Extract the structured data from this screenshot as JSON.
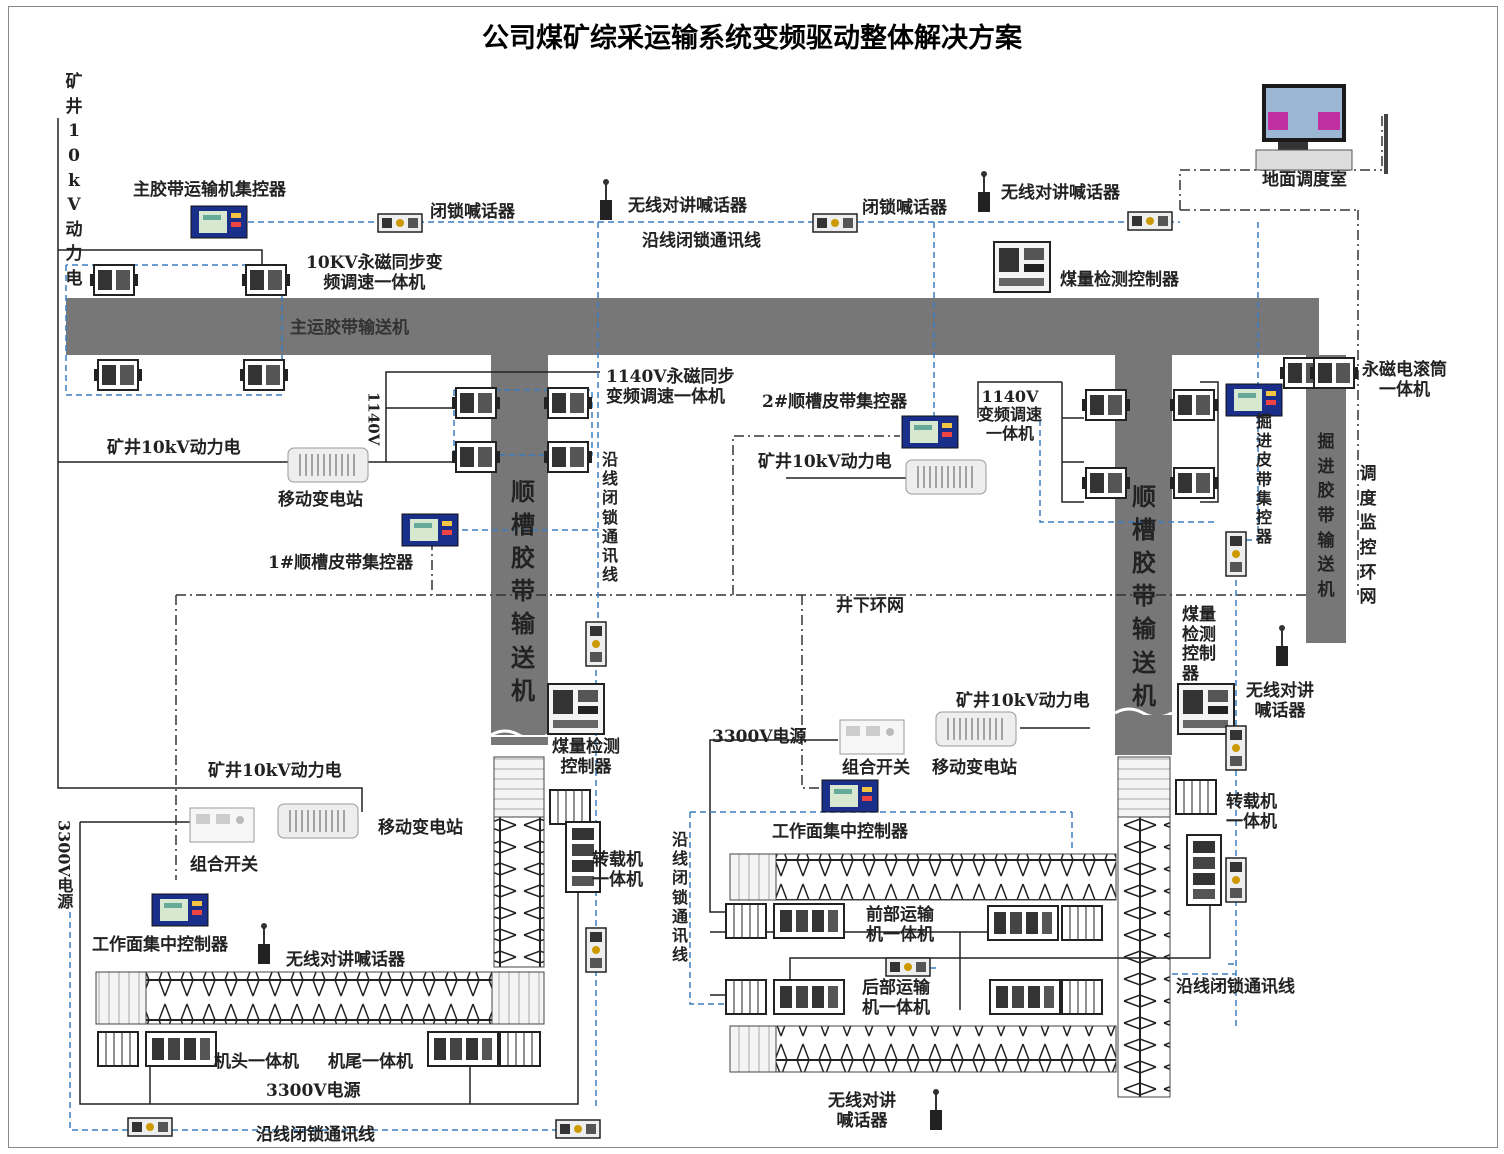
{
  "title": "公司煤矿综采运输系统变频驱动整体解决方案",
  "labels": {
    "main_power_v": "矿井10kV动力电",
    "main_controller": "主胶带运输机集控器",
    "lock_speaker_1": "闭锁喊话器",
    "radio_speaker_1": "无线对讲喊话器",
    "lock_line_top": "沿线闭锁通讯线",
    "lock_speaker_2": "闭锁喊话器",
    "radio_speaker_2": "无线对讲喊话器",
    "surface_room": "地面调度室",
    "pm_10kv": "10KV永磁同步变\n频调速一体机",
    "coal_meter_1": "煤量检测控制器",
    "main_conveyor": "主运胶带输送机",
    "v1140_rot": "1140V",
    "pm_1140": "1140V永磁同步\n变频调速一体机",
    "ctrl_2": "2#顺槽皮带集控器",
    "v1140_box": "1140V\n变频调速\n一体机",
    "pm_drum": "永磁电滚筒\n一体机",
    "power_left": "矿井10kV动力电",
    "mobile_sub_1": "移动变电站",
    "power_mid": "矿井10kV动力电",
    "ctrl_1": "1#顺槽皮带集控器",
    "lock_line_v1": "沿线闭锁通讯线",
    "ring_net": "井下环网",
    "trough_conv_left": "顺槽胶带输送机",
    "trough_conv_right": "顺槽胶带输送机",
    "tunnel_ctrl_v": "掘进皮带集控器",
    "tunnel_conv_v": "掘进胶带输送机",
    "monitor_net_v": "调度监控环网",
    "coal_meter_v": "煤量检测控制器",
    "radio_speaker_3": "无线对讲\n喊话器",
    "coal_meter_2": "煤量检测\n控制器",
    "power_10kv_b": "矿井10kV动力电",
    "v3300_src_b": "3300V电源",
    "combo_switch_b": "组合开关",
    "mobile_sub_b": "移动变电站",
    "transfer_right": "转载机\n一体机",
    "power_10kv_c": "矿井10kV动力电",
    "v3300_left_rot": "3300V电源",
    "mobile_sub_c": "移动变电站",
    "combo_switch_c": "组合开关",
    "transfer_left": "转载机\n一体机",
    "face_ctrl_right": "工作面集中控制器",
    "lock_line_v2": "沿线闭锁通讯线",
    "front_conv": "前部运输\n机一体机",
    "rear_conv": "后部运输\n机一体机",
    "lock_line_right": "沿线闭锁通讯线",
    "face_ctrl_left": "工作面集中控制器",
    "radio_speaker_4": "无线对讲喊话器",
    "head_unit": "机头一体机",
    "tail_unit": "机尾一体机",
    "v3300_bottom": "3300V电源",
    "lock_line_bottom": "沿线闭锁通讯线",
    "radio_speaker_5": "无线对讲\n喊话器"
  },
  "colors": {
    "conveyor": "#777777",
    "power_line": "#222222",
    "comm_line": "#3a7fc1",
    "ring_line": "#333333",
    "controller_screen": "#1a2f8a"
  }
}
